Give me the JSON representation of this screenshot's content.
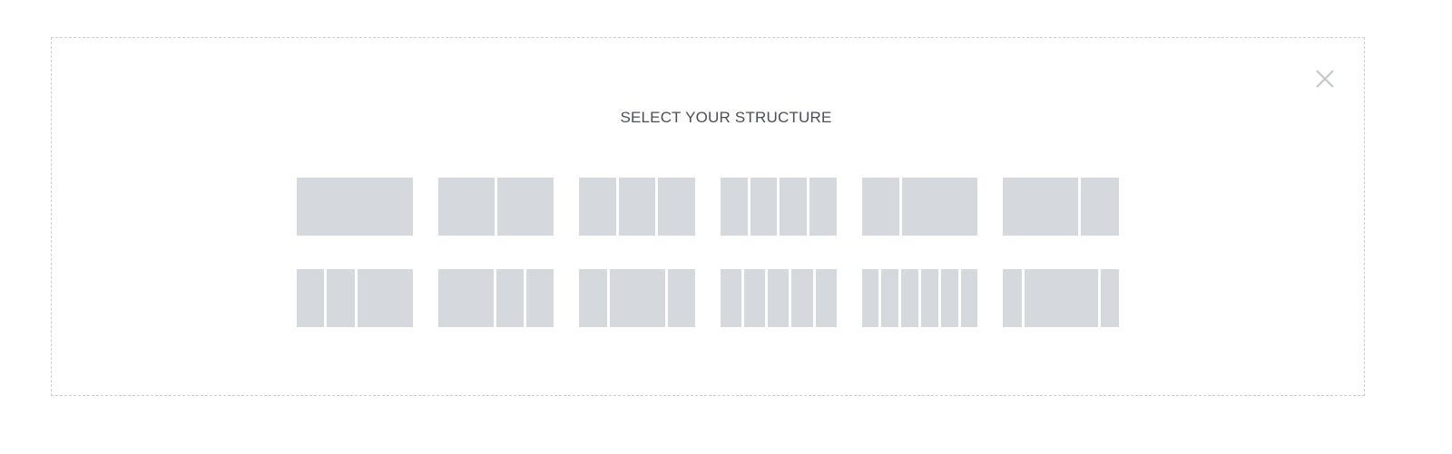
{
  "dialog": {
    "title": "SELECT YOUR STRUCTURE",
    "close_icon": "close-icon",
    "colors": {
      "border": "#c9ccd1",
      "column_fill": "#d5d8dd",
      "title_text": "#4a4f57",
      "close_icon": "#c4c7cc"
    }
  },
  "structures": [
    [
      {
        "name": "structure-1-column",
        "columns": [
          1
        ]
      },
      {
        "name": "structure-2-columns-equal",
        "columns": [
          1,
          1
        ]
      },
      {
        "name": "structure-3-columns-equal",
        "columns": [
          1,
          1,
          1
        ]
      },
      {
        "name": "structure-4-columns-equal",
        "columns": [
          1,
          1,
          1,
          1
        ]
      },
      {
        "name": "structure-33-66",
        "columns": [
          1,
          2
        ]
      },
      {
        "name": "structure-66-33",
        "columns": [
          2,
          1
        ]
      }
    ],
    [
      {
        "name": "structure-25-25-50",
        "columns": [
          1,
          1,
          2
        ]
      },
      {
        "name": "structure-50-25-25",
        "columns": [
          2,
          1,
          1
        ]
      },
      {
        "name": "structure-25-50-25",
        "columns": [
          1,
          2,
          1
        ]
      },
      {
        "name": "structure-5-columns-equal",
        "columns": [
          1,
          1,
          1,
          1,
          1
        ]
      },
      {
        "name": "structure-6-columns-equal",
        "columns": [
          1,
          1,
          1,
          1,
          1,
          1
        ]
      },
      {
        "name": "structure-16-66-16",
        "columns": [
          1,
          4,
          1
        ]
      }
    ]
  ]
}
